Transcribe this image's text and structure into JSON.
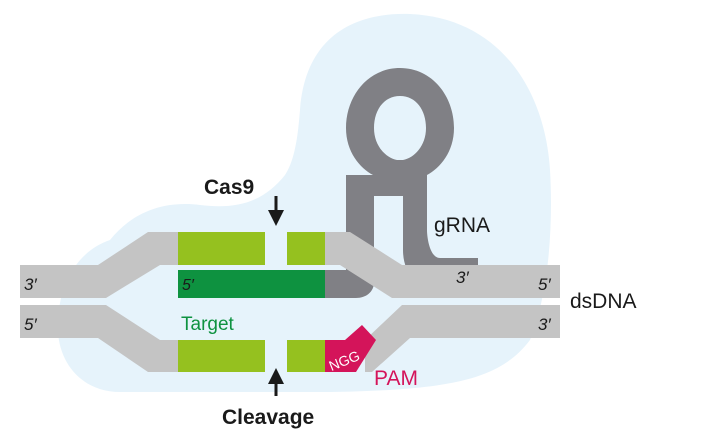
{
  "title": "CRISPR-Cas9 mechanism",
  "labels": {
    "cas9": "Cas9",
    "grna": "gRNA",
    "grna_end": "3′",
    "dsdna": "dsDNA",
    "target": "Target",
    "pam": "PAM",
    "pam_seq": "NGG",
    "cleavage": "Cleavage",
    "top_left_end": "3′",
    "top_right_end": "5′",
    "bottom_left_end": "5′",
    "bottom_right_end": "3′",
    "guide_end": "5′"
  },
  "colors": {
    "cas9_body": "#e6f3fb",
    "dna_strand": "#c4c4c4",
    "target_strand": "#95c11f",
    "guide_rna_spacer": "#0e9240",
    "grna_scaffold": "#808085",
    "pam": "#d4145a",
    "text": "#1a1a1a",
    "target_text": "#0e9240",
    "pam_text": "#d4145a",
    "arrow": "#1a1a1a"
  }
}
